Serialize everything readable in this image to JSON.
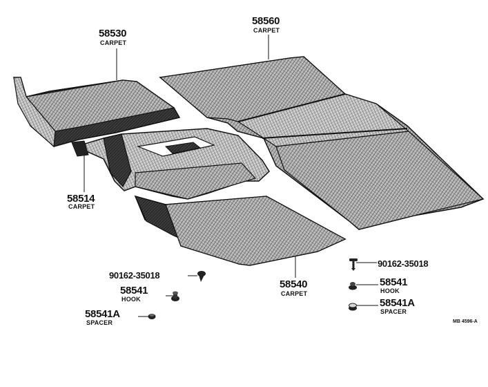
{
  "parts": {
    "p58530": {
      "number": "58530",
      "name": "CARPET"
    },
    "p58560": {
      "number": "58560",
      "name": "CARPET"
    },
    "p58514": {
      "number": "58514",
      "name": "CARPET"
    },
    "p58540": {
      "number": "58540",
      "name": "CARPET"
    },
    "screw_left": {
      "number": "90162-35018"
    },
    "screw_right": {
      "number": "90162-35018"
    },
    "hook_left": {
      "number": "58541",
      "name": "HOOK"
    },
    "hook_right": {
      "number": "58541",
      "name": "HOOK"
    },
    "spacer_left": {
      "number": "58541A",
      "name": "SPACER"
    },
    "spacer_right": {
      "number": "58541A",
      "name": "SPACER"
    }
  },
  "drawing_code": "MB 4596-A"
}
